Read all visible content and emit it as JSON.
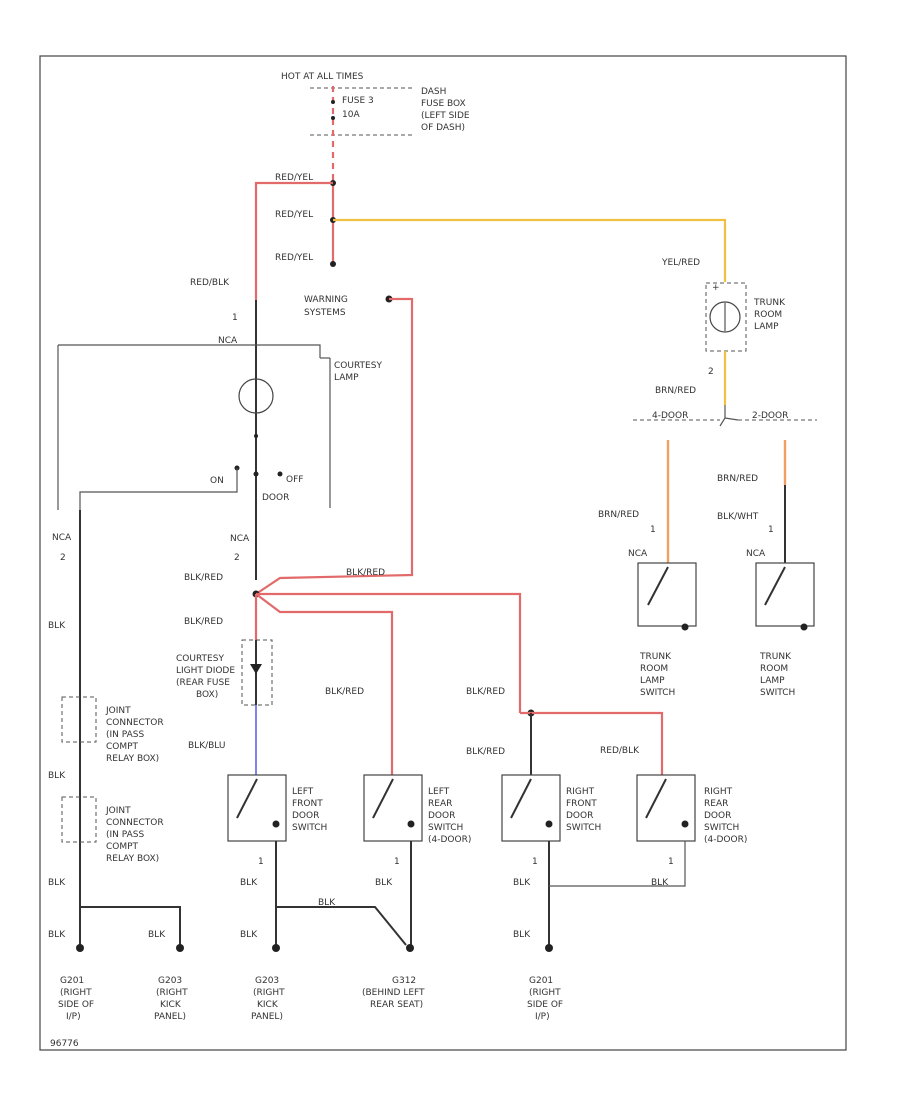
{
  "colors": {
    "red": "#e26a6a",
    "yellow": "#f0c040",
    "orange": "#f0a060",
    "blue": "#8080ee",
    "black": "#333333"
  },
  "power": {
    "hot": "HOT AT ALL TIMES",
    "fuse_line1": "FUSE 3",
    "fuse_line2": "10A",
    "box_l1": "DASH",
    "box_l2": "FUSE BOX",
    "box_l3": "(LEFT SIDE",
    "box_l4": "OF DASH)"
  },
  "wires": {
    "red_yel": "RED/YEL",
    "red_blk": "RED/BLK",
    "yel_red": "YEL/RED",
    "brn_red": "BRN/RED",
    "blk_wht": "BLK/WHT",
    "blk_red": "BLK/RED",
    "blk_blu": "BLK/BLU",
    "nca": "NCA",
    "blk": "BLK"
  },
  "pins": {
    "p1": "1",
    "p2": "2"
  },
  "warning": {
    "l1": "WARNING",
    "l2": "SYSTEMS"
  },
  "trunk_lamp": {
    "l1": "TRUNK",
    "l2": "ROOM",
    "l3": "LAMP"
  },
  "doors": {
    "four": "4-DOOR",
    "two": "2-DOOR"
  },
  "courtesy_lamp": {
    "l1": "COURTESY",
    "l2": "LAMP"
  },
  "door_switch": {
    "on": "ON",
    "off": "OFF",
    "door": "DOOR"
  },
  "diode": {
    "l1": "COURTESY",
    "l2": "LIGHT DIODE",
    "l3": "(REAR FUSE",
    "l4": "BOX)"
  },
  "trunk_switch": {
    "l1": "TRUNK",
    "l2": "ROOM",
    "l3": "LAMP",
    "l4": "SWITCH"
  },
  "joint": {
    "l1": "JOINT",
    "l2": "CONNECTOR",
    "l3": "(IN PASS",
    "l4": "COMPT",
    "l5": "RELAY BOX)"
  },
  "switches": {
    "lf": {
      "l1": "LEFT",
      "l2": "FRONT",
      "l3": "DOOR",
      "l4": "SWITCH",
      "l5": ""
    },
    "lr": {
      "l1": "LEFT",
      "l2": "REAR",
      "l3": "DOOR",
      "l4": "SWITCH",
      "l5": "(4-DOOR)"
    },
    "rf": {
      "l1": "RIGHT",
      "l2": "FRONT",
      "l3": "DOOR",
      "l4": "SWITCH",
      "l5": ""
    },
    "rr": {
      "l1": "RIGHT",
      "l2": "REAR",
      "l3": "DOOR",
      "l4": "SWITCH",
      "l5": "(4-DOOR)"
    }
  },
  "grounds": {
    "g201": {
      "id": "G201",
      "l1": "(RIGHT",
      "l2": "SIDE OF",
      "l3": "I/P)"
    },
    "g203a": {
      "id": "G203",
      "l1": "(RIGHT",
      "l2": "KICK",
      "l3": "PANEL)"
    },
    "g203b": {
      "id": "G203",
      "l1": "(RIGHT",
      "l2": "KICK",
      "l3": "PANEL)"
    },
    "g312": {
      "id": "G312",
      "l1": "(BEHIND LEFT",
      "l2": "REAR SEAT)"
    },
    "g201b": {
      "id": "G201",
      "l1": "(RIGHT",
      "l2": "SIDE OF",
      "l3": "I/P)"
    }
  },
  "footer": "96776"
}
